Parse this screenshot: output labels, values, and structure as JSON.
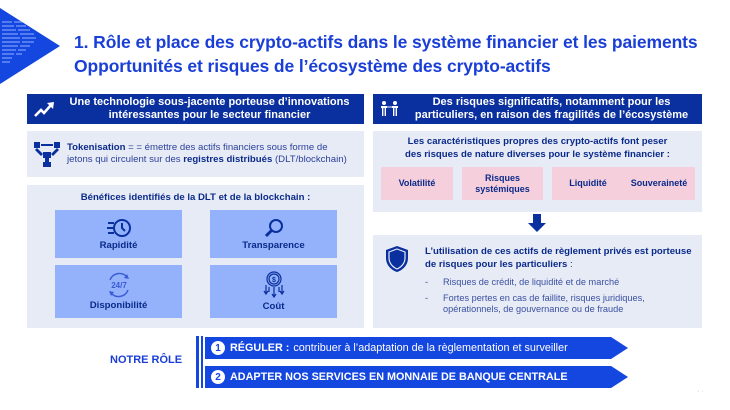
{
  "title": {
    "line1": "1. Rôle et place des crypto-actifs dans le système financier et les paiements",
    "line2": "Opportunités et risques de l’écosystème des crypto-actifs"
  },
  "left": {
    "header": {
      "icon": "trend-up-arrow-icon",
      "line1": "Une technologie sous-jacente porteuse d’innovations",
      "line2": "intéressantes pour le secteur financier"
    },
    "tokenisation": {
      "icon": "network-nodes-icon",
      "term": "Tokenisation",
      "text1": " = = émettre des actifs financiers sous forme de",
      "text2a": "jetons qui circulent sur des ",
      "text2b": "registres distribués",
      "text2c": " (DLT/blockchain)"
    },
    "benefits": {
      "title": "Bénéfices identifiés de la DLT et de la blockchain :",
      "items": [
        {
          "label": "Rapidité",
          "icon": "fast-clock-icon"
        },
        {
          "label": "Transparence",
          "icon": "magnifier-icon"
        },
        {
          "label": "Disponibilité",
          "icon": "24-7-icon"
        },
        {
          "label": "Coût",
          "icon": "coin-cost-icon"
        }
      ]
    }
  },
  "right": {
    "header": {
      "icon": "people-icon",
      "line1": "Des risques significatifs, notamment pour les",
      "line2": "particuliers, en raison des fragilités de l’écosystème"
    },
    "risks": {
      "line1": "Les caractéristiques propres des crypto-actifs font peser",
      "line2": "des risques de nature diverses pour le système financier :",
      "items": [
        {
          "line1": "Volatilité",
          "line2": ""
        },
        {
          "line1": "Risques",
          "line2": "systémiques"
        },
        {
          "line1": "Liquidité",
          "line2": ""
        },
        {
          "line1": "Souveraineté",
          "line2": ""
        }
      ]
    },
    "usage": {
      "icon": "shield-icon",
      "lead_bold": "L’utilisation de ces actifs de règlement privés est porteuse de risques pour les particuliers",
      "lead_rest": " :",
      "bullets": [
        {
          "dash": "-",
          "text": "Risques de crédit, de liquidité et de marché"
        },
        {
          "dash": "-",
          "text": "Fortes pertes en cas de faillite, risques juridiques, opérationnels, de gouvernance ou de fraude"
        }
      ]
    }
  },
  "role": {
    "label": "NOTRE RÔLE",
    "items": [
      {
        "num": "1",
        "bold": "RÉGULER :",
        "text": "contribuer à l’adaptation de la règlementation et surveiller"
      },
      {
        "num": "2",
        "bold": "ADAPTER NOS SERVICES EN MONNAIE DE BANQUE CENTRALE",
        "text": ""
      }
    ]
  },
  "colors": {
    "title": "#1a3fd6",
    "header_bg": "#0a2f9e",
    "panel_bg": "#e7ebf6",
    "tile_bg": "#94b2fb",
    "pink": "#f6cfdc",
    "arrow_bg": "#1446e0"
  }
}
